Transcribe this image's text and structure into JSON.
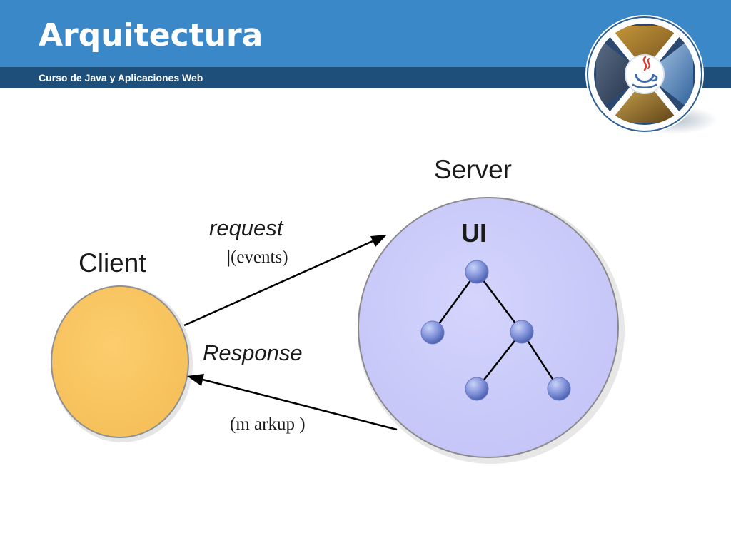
{
  "slide": {
    "title": "Arquitectura",
    "subtitle": "Curso de Java y Aplicaciones Web"
  },
  "logo": {
    "icon": "java-coffee-cup-icon"
  },
  "diagram": {
    "client_label": "Client",
    "server_label": "Server",
    "ui_label": "UI",
    "request_label": "request",
    "events_label": "|(events)",
    "response_label": "Response",
    "markup_label": "(m arkup )",
    "colors": {
      "client_fill": "#f9c462",
      "server_fill": "#c9c9fb",
      "node_fill": "#8c9ce0"
    }
  }
}
